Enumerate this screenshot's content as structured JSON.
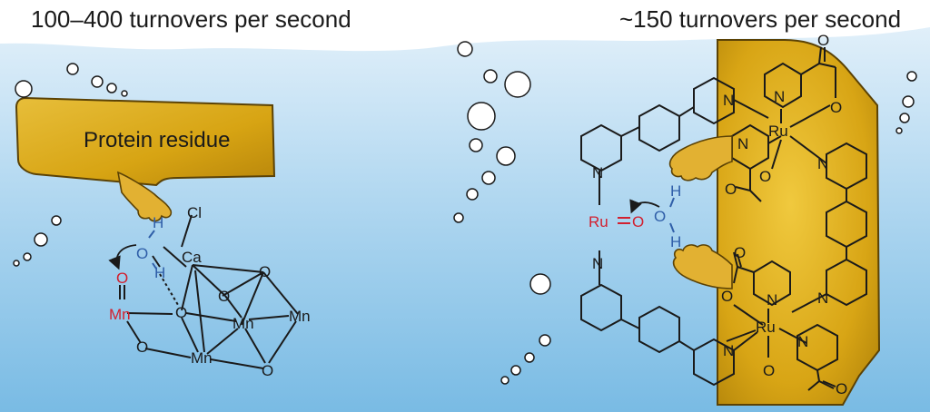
{
  "headers": {
    "left": "100–400 turnovers per second",
    "right": "~150 turnovers per second"
  },
  "protein_label": "Protein residue",
  "cluster_labels": {
    "ca": "Ca",
    "cl": "Cl",
    "mn_oxo": "Mn",
    "mn_center": "Mn",
    "mn_right": "Mn",
    "mn_bottom": "Mn",
    "o_double": "O"
  },
  "ru_labels": {
    "ru_top": "Ru",
    "ru_bottom": "Ru",
    "ru_oxo": "Ru",
    "oxo_o": "O"
  },
  "atoms": {
    "n": "N",
    "o": "O",
    "h": "H"
  },
  "colors": {
    "background_top": "#ffffff",
    "background_bottom": "#7fbfe6",
    "gold": "#dcaa16",
    "gold_dark": "#8a6406",
    "oxo_red": "#d2202f",
    "water_blue": "#2f5ea8",
    "bond": "#1a1a1a"
  },
  "icons": [
    "water-bubble-icon",
    "hand-icon",
    "arrow-icon"
  ]
}
